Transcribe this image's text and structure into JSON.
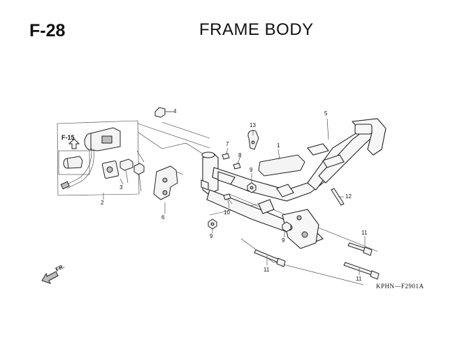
{
  "header": {
    "page_code": "F-28",
    "title": "FRAME BODY"
  },
  "subassembly": {
    "ref": "F-15"
  },
  "direction_label": "FR.",
  "figure_code": "KPHN—F2901A",
  "callouts": {
    "c1": "1",
    "c2": "2",
    "c3": "3",
    "c4": "4",
    "c5": "5",
    "c6": "6",
    "c7": "7",
    "c8": "8",
    "c9a": "9",
    "c9b": "9",
    "c9c": "9",
    "c10": "10",
    "c11a": "11",
    "c11b": "11",
    "c11c": "11",
    "c12": "12",
    "c13": "13"
  },
  "icons": [
    "forward-arrow-icon",
    "up-arrow-icon"
  ]
}
